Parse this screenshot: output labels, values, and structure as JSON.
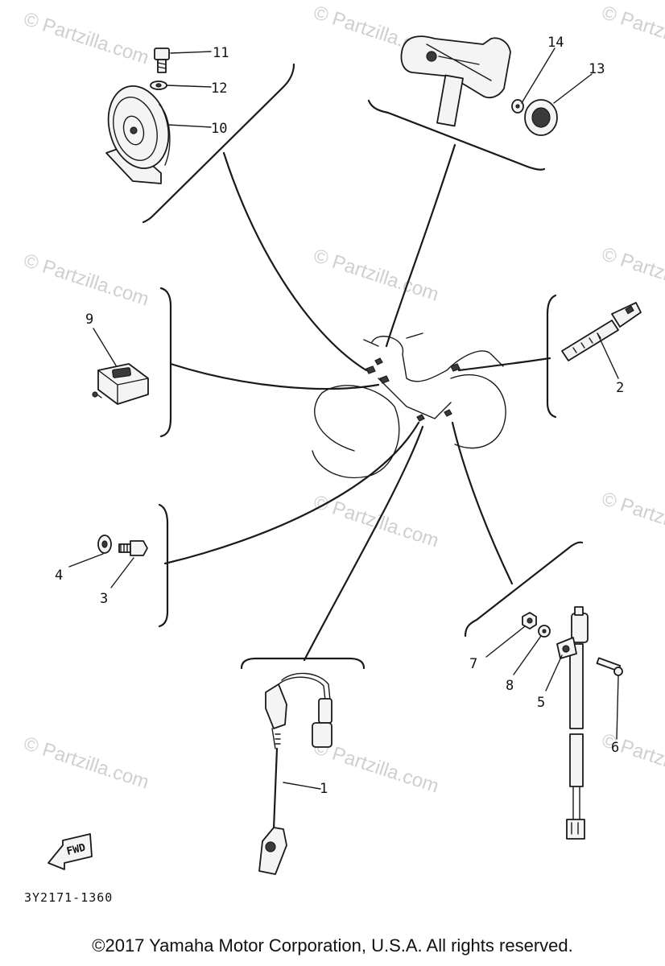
{
  "watermark": "© Partzilla.com",
  "callouts": [
    "1",
    "2",
    "3",
    "4",
    "5",
    "6",
    "7",
    "8",
    "9",
    "10",
    "11",
    "12",
    "13",
    "14"
  ],
  "fwd_label": "FWD",
  "diagram_code": "3Y2171-1360",
  "copyright": "©2017  Yamaha Motor Corporation, U.S.A. All rights reserved."
}
